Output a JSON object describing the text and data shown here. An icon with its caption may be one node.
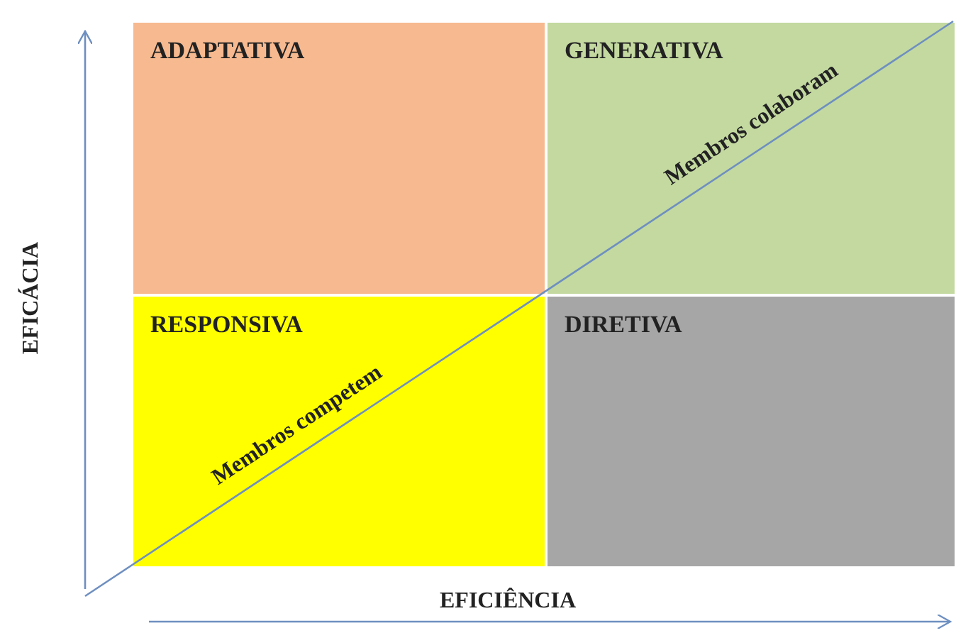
{
  "diagram": {
    "nodes": [
      {
        "text": [
          "ADAPTATIVA"
        ]
      },
      {
        "text": [
          "GENERATIVA"
        ]
      },
      {
        "text": [
          "RESPONSIVA"
        ]
      },
      {
        "text": [
          "DIRETIVA"
        ]
      }
    ],
    "edges": [],
    "labels": [
      "Membros colaboram",
      "Membros competem",
      "EFICÁCIA",
      "EFICIÊNCIA"
    ]
  }
}
